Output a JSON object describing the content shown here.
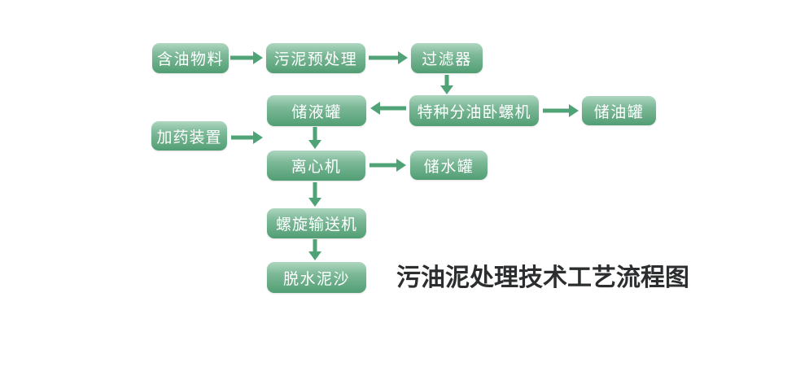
{
  "title": "污油泥处理技术工艺流程图",
  "colors": {
    "box_green_top": "#aed6c0",
    "box_green_mid": "#7db998",
    "box_green_bottom": "#519e74",
    "arrow_green": "#4fa376",
    "title_color": "#2b2d2e"
  },
  "nodes": [
    {
      "id": "oily-material",
      "label": "含油物料"
    },
    {
      "id": "sludge-pretreatment",
      "label": "污泥预处理"
    },
    {
      "id": "filter",
      "label": "过滤器"
    },
    {
      "id": "liquid-storage-tank",
      "label": "储液罐"
    },
    {
      "id": "special-oil-separation-decanter",
      "label": "特种分油卧螺机"
    },
    {
      "id": "oil-storage-tank",
      "label": "储油罐"
    },
    {
      "id": "dosing-device",
      "label": "加药装置"
    },
    {
      "id": "centrifuge",
      "label": "离心机"
    },
    {
      "id": "water-storage-tank",
      "label": "储水罐"
    },
    {
      "id": "screw-conveyor",
      "label": "螺旋输送机"
    },
    {
      "id": "dewatered-sludge",
      "label": "脱水泥沙"
    }
  ],
  "edges": [
    {
      "from": "oily-material",
      "to": "sludge-pretreatment",
      "direction": "right"
    },
    {
      "from": "sludge-pretreatment",
      "to": "filter",
      "direction": "right"
    },
    {
      "from": "filter",
      "to": "special-oil-separation-decanter",
      "direction": "down"
    },
    {
      "from": "special-oil-separation-decanter",
      "to": "liquid-storage-tank",
      "direction": "left"
    },
    {
      "from": "special-oil-separation-decanter",
      "to": "oil-storage-tank",
      "direction": "right"
    },
    {
      "from": "dosing-device",
      "to": "centrifuge",
      "direction": "right"
    },
    {
      "from": "liquid-storage-tank",
      "to": "centrifuge",
      "direction": "down"
    },
    {
      "from": "centrifuge",
      "to": "water-storage-tank",
      "direction": "right"
    },
    {
      "from": "centrifuge",
      "to": "screw-conveyor",
      "direction": "down"
    },
    {
      "from": "screw-conveyor",
      "to": "dewatered-sludge",
      "direction": "down"
    }
  ]
}
